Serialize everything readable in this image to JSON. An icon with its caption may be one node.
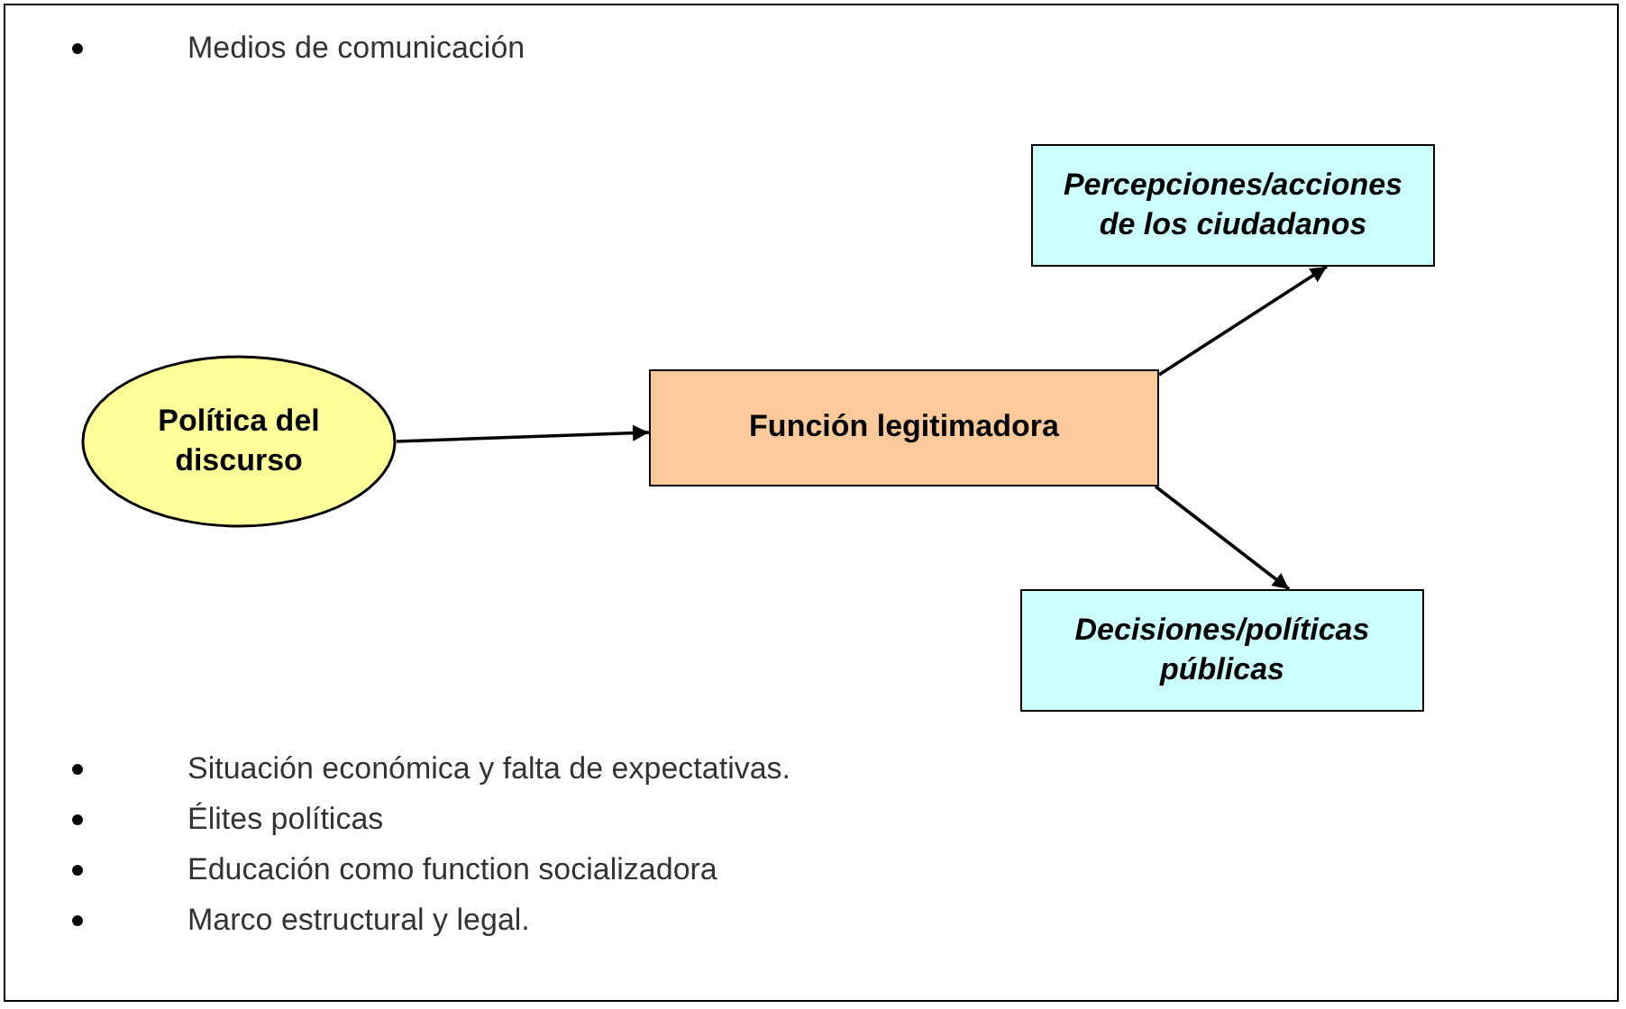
{
  "diagram": {
    "nodes": [
      {
        "text": [
          "Política del discurso"
        ]
      },
      {
        "text": [
          "Función legitimadora"
        ]
      },
      {
        "text": [
          "Percepciones/acciones de los ciudadanos"
        ]
      },
      {
        "text": [
          "Decisiones/políticas públicas"
        ]
      }
    ],
    "edges": [
      {
        "from": 0,
        "to": 1,
        "arrow": "to"
      },
      {
        "from": 1,
        "to": 2,
        "arrow": "to"
      },
      {
        "from": 1,
        "to": 3,
        "arrow": "to"
      }
    ],
    "labels": [
      "Medios de comunicación",
      "Situación económica y falta de expectativas.",
      "Élites políticas",
      "Educación como function socializadora",
      "Marco estructural y legal."
    ]
  }
}
